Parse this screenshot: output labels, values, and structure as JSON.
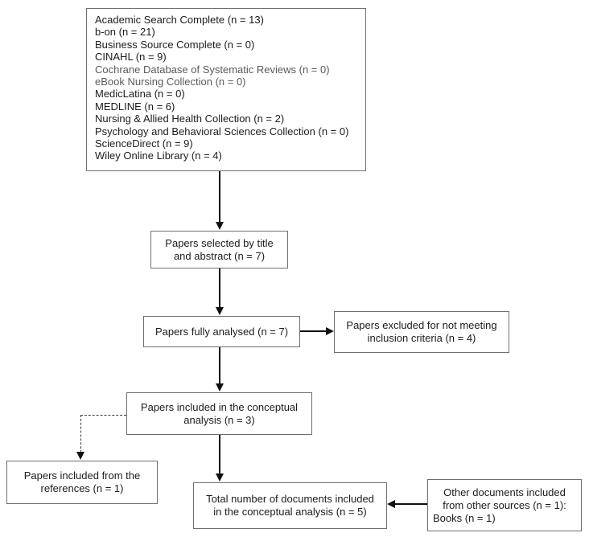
{
  "flowchart": {
    "sources_box": {
      "lines": [
        "Academic Search Complete (n = 13)",
        "b-on (n = 21)",
        "Business Source Complete (n = 0)",
        "CINAHL (n = 9)",
        "Cochrane Database of Systematic Reviews (n = 0)",
        "eBook Nursing Collection (n = 0)",
        "MedicLatina (n = 0)",
        "MEDLINE (n = 6)",
        "Nursing & Allied Health Collection (n = 2)",
        "Psychology and Behavioral Sciences Collection (n = 0)",
        "ScienceDirect (n = 9)",
        "Wiley Online Library (n = 4)"
      ]
    },
    "selected_box": {
      "lines": [
        "Papers selected by title",
        "and abstract (n = 7)"
      ]
    },
    "analysed_box": {
      "lines": [
        "Papers fully analysed (n = 7)"
      ]
    },
    "excluded_box": {
      "lines": [
        "Papers excluded for not meeting",
        "inclusion criteria (n = 4)"
      ]
    },
    "conceptual_box": {
      "lines": [
        "Papers included in the conceptual",
        "analysis (n = 3)"
      ]
    },
    "references_box": {
      "lines": [
        "Papers included from the",
        "references (n = 1)"
      ]
    },
    "total_box": {
      "lines": [
        "Total number of documents included",
        "in the conceptual analysis (n = 5)"
      ]
    },
    "other_sources_box": {
      "lines": [
        "Other documents included",
        "from other sources (n = 1):",
        "Books (n = 1)"
      ]
    },
    "colors": {
      "background": "#ffffff",
      "box_border": "#6f6f6f",
      "arrow": "#111111",
      "text": "#1c1c1c",
      "muted_text": "#5a5a5a"
    }
  }
}
